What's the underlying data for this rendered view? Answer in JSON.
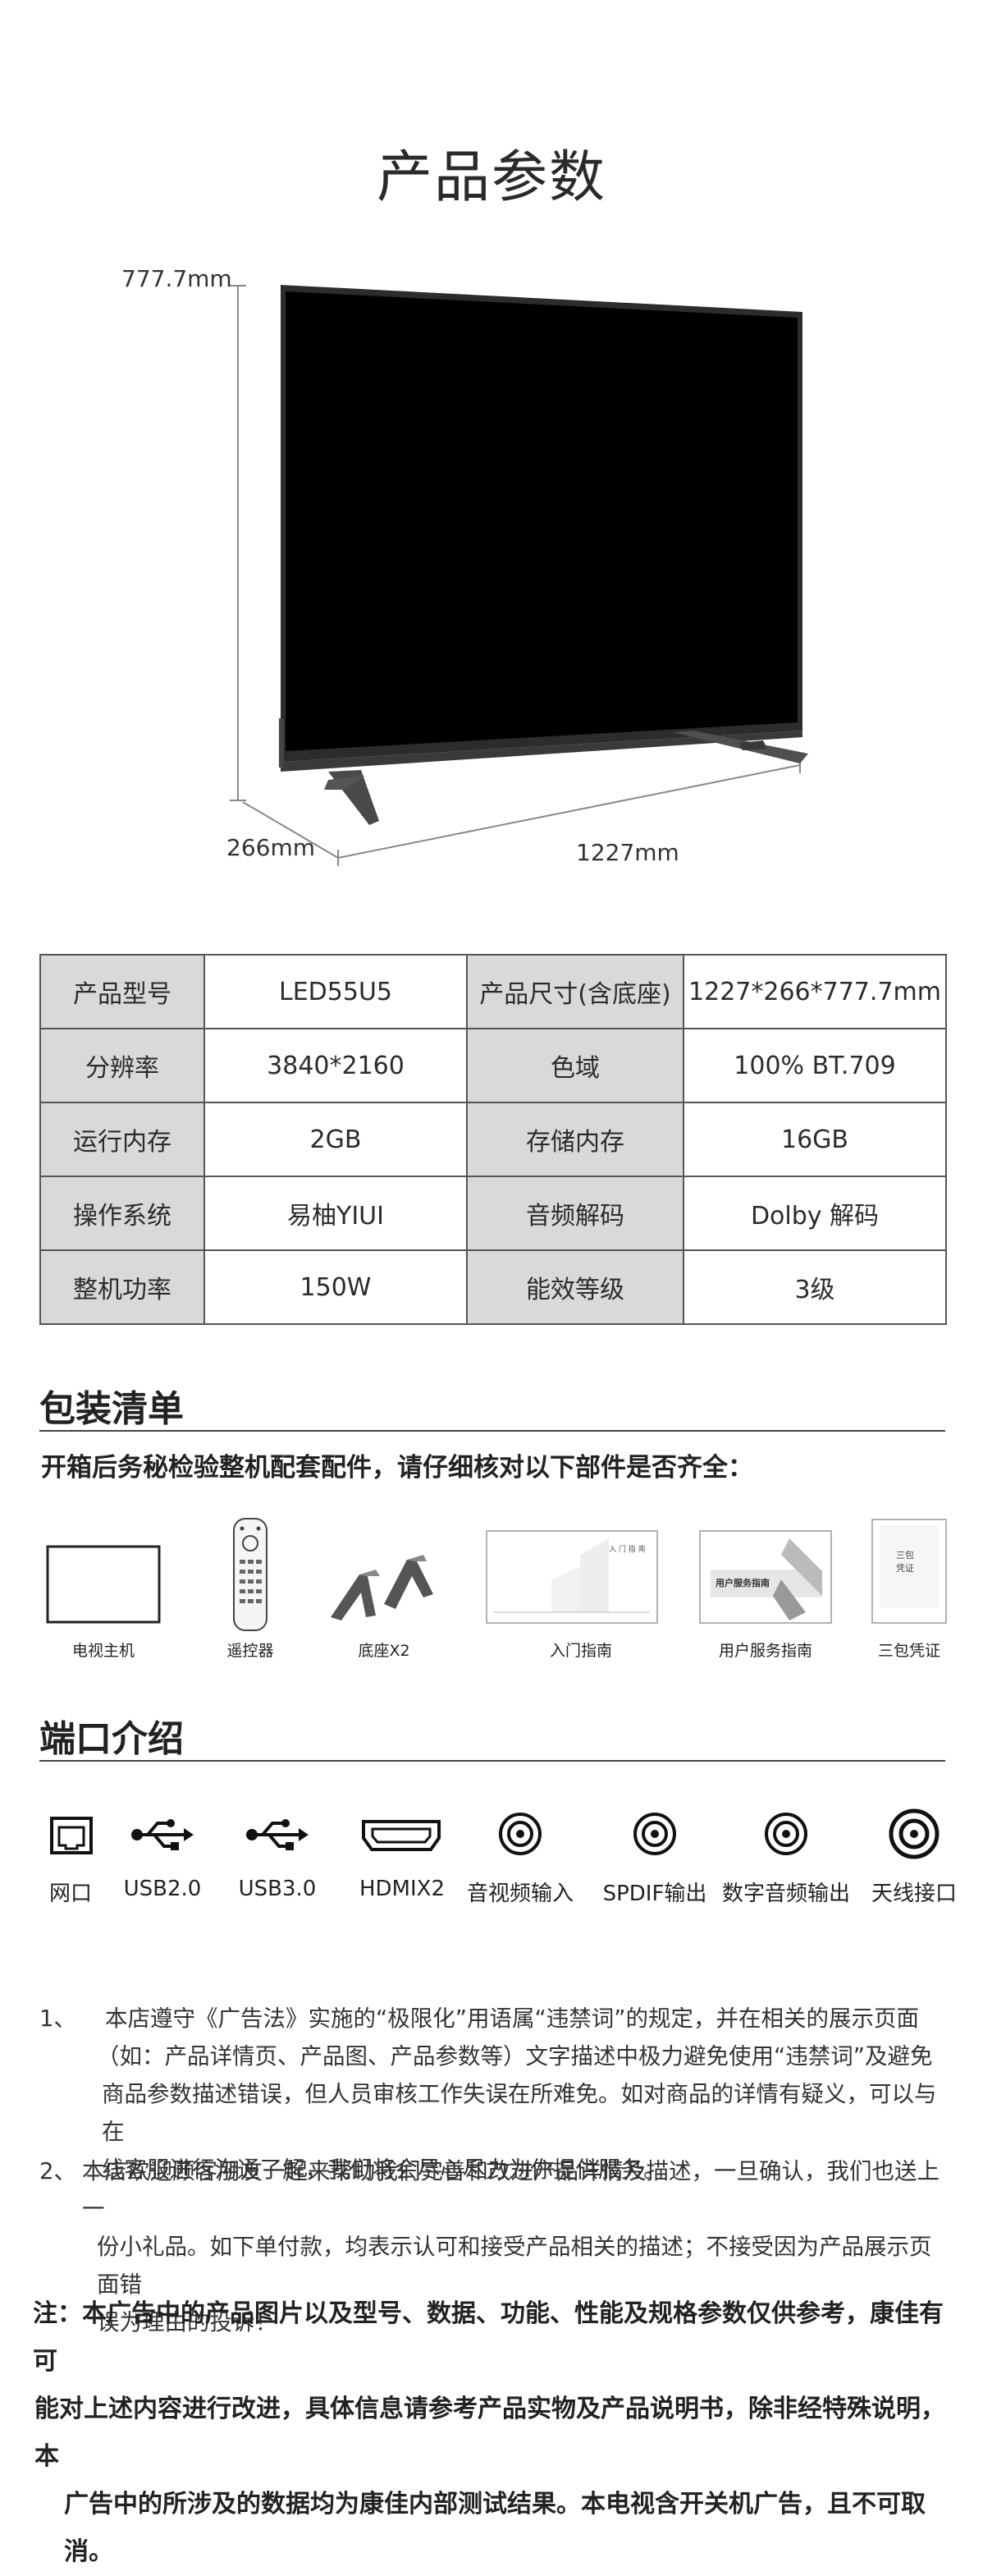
{
  "title": "产品参数",
  "dimensions": {
    "height": "777.7mm",
    "depth": "266mm",
    "width": "1227mm"
  },
  "specs": [
    [
      "产品型号",
      "LED55U5",
      "产品尺寸(含底座)",
      "1227*266*777.7mm"
    ],
    [
      "分辨率",
      "3840*2160",
      "色域",
      "100% BT.709"
    ],
    [
      "运行内存",
      "2GB",
      "存储内存",
      "16GB"
    ],
    [
      "操作系统",
      "易柚YIUI",
      "音频解码",
      "Dolby 解码"
    ],
    [
      "整机功率",
      "150W",
      "能效等级",
      "3级"
    ]
  ],
  "package": {
    "title": "包装清单",
    "subtitle": "开箱后务秘检验整机配套配件，请仔细核对以下部件是否齐全：",
    "items": [
      {
        "label": "电视主机",
        "icon": "tv-unit-icon"
      },
      {
        "label": "遥控器",
        "icon": "remote-control-icon"
      },
      {
        "label": "底座X2",
        "icon": "stand-icon"
      },
      {
        "label": "入门指南",
        "icon": "quick-guide-icon",
        "text": "入 门 指 南"
      },
      {
        "label": "用户服务指南",
        "icon": "service-guide-icon",
        "text": "用户服务指南"
      },
      {
        "label": "三包凭证",
        "icon": "warranty-card-icon",
        "text": "三包\n凭证"
      }
    ]
  },
  "ports": {
    "title": "端口介绍",
    "items": [
      {
        "label": "网口",
        "icon": "ethernet-icon"
      },
      {
        "label": "USB2.0",
        "icon": "usb-icon"
      },
      {
        "label": "USB3.0",
        "icon": "usb-icon"
      },
      {
        "label": "HDMIX2",
        "icon": "hdmi-icon"
      },
      {
        "label": "音视频输入",
        "icon": "av-input-icon"
      },
      {
        "label": "SPDIF输出",
        "icon": "spdif-icon"
      },
      {
        "label": "数字音频输出",
        "icon": "digital-audio-icon"
      },
      {
        "label": "天线接口",
        "icon": "antenna-icon"
      }
    ]
  },
  "notes": [
    {
      "prefix": "1、",
      "lines": [
        "本店遵守《广告法》实施的“极限化”用语属“违禁词”的规定，并在相关的展示页面",
        "（如：产品详情页、产品图、产品参数等）文字描述中极力避免使用“违禁词”及避免",
        "商品参数描述错误，但人员审核工作失误在所难免。如对商品的详情有疑义，可以与在",
        "线客服进行沟通了解，我们将会尽心尽力为你提供服务。"
      ]
    },
    {
      "prefix": "2、",
      "lines": [
        "本店欢迎顾客朋友一起来帮助我们完善和改进产品详情及描述，一旦确认，我们也送上一",
        "份小礼品。如下单付款，均表示认可和接受产品相关的描述；不接受因为产品展示页面错",
        "误为理由的投诉！"
      ]
    }
  ],
  "disclaimer": [
    "注：本广告中的产品图片以及型号、数据、功能、性能及规格参数仅供参考，康佳有可",
    "能对上述内容进行改进，具体信息请参考产品实物及产品说明书，除非经特殊说明，本",
    "广告中的所涉及的数据均为康佳内部测试结果。本电视含开关机广告，且不可取消。"
  ]
}
